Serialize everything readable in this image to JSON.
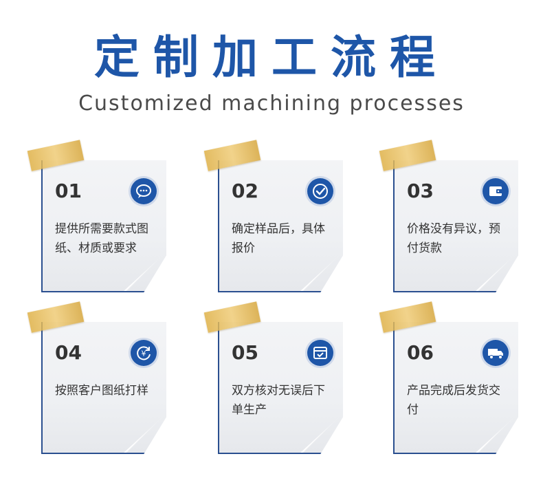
{
  "header": {
    "title": "定制加工流程",
    "subtitle": "Customized machining processes"
  },
  "colors": {
    "title_blue": "#1e56a8",
    "text_gray": "#333333",
    "tape_gold": "#deb046"
  },
  "steps": [
    {
      "number": "01",
      "icon": "chat-icon",
      "text": "提供所需要款式图纸、材质或要求"
    },
    {
      "number": "02",
      "icon": "check-icon",
      "text": "确定样品后，具体报价"
    },
    {
      "number": "03",
      "icon": "wallet-icon",
      "text": "价格没有异议，预付货款"
    },
    {
      "number": "04",
      "icon": "yen-refresh-icon",
      "text": "按照客户图纸打样"
    },
    {
      "number": "05",
      "icon": "calendar-check-icon",
      "text": "双方核对无误后下单生产"
    },
    {
      "number": "06",
      "icon": "truck-icon",
      "text": "产品完成后发货交付"
    }
  ]
}
